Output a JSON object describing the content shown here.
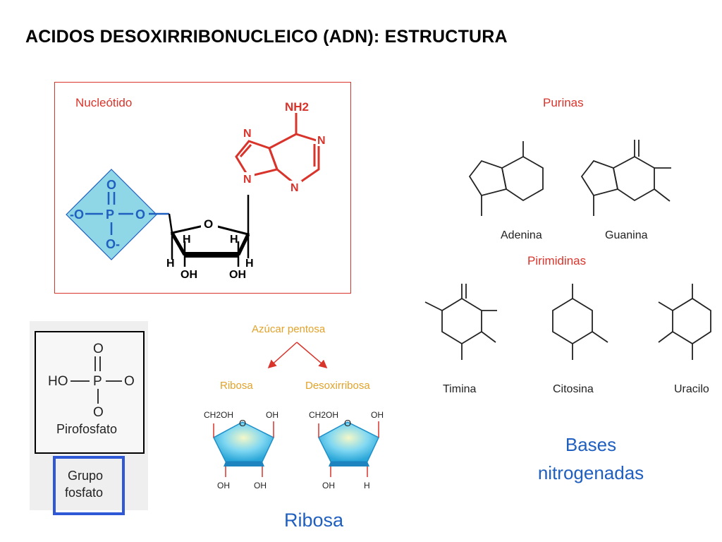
{
  "title": "ACIDOS DESOXIRRIBONUCLEICO (ADN): ESTRUCTURA",
  "nucleotide": {
    "label": "Nucleótido",
    "nh2": "NH2",
    "phosphate": {
      "o_top": "O",
      "p": "P",
      "o_left": "-O",
      "o_right": "O",
      "o_bottom": "O-"
    },
    "ring_o": "O",
    "h_labels": [
      "H",
      "H",
      "H",
      "H"
    ],
    "oh_labels": [
      "OH",
      "OH"
    ],
    "n_labels": [
      "N",
      "N",
      "N",
      "N"
    ]
  },
  "phosphate_panel": {
    "ho": "HO",
    "p": "P",
    "o_top": "O",
    "o_right": "O",
    "o_bottom": "O",
    "name": "Pirofosfato",
    "group_line1": "Grupo",
    "group_line2": "fosfato"
  },
  "sugars": {
    "heading": "Azúcar pentosa",
    "ribosa_label": "Ribosa",
    "desox_label": "Desoxirribosa",
    "ribosa": {
      "ch2oh": "CH2OH",
      "o": "O",
      "oh_top": "OH",
      "bottom_left": "OH",
      "bottom_right": "OH"
    },
    "desox": {
      "ch2oh": "CH2OH",
      "o": "O",
      "oh_top": "OH",
      "bottom_left": "OH",
      "bottom_right": "H"
    },
    "caption": "Ribosa"
  },
  "bases": {
    "purinas_label": "Purinas",
    "pirimidinas_label": "Pirimidinas",
    "names": [
      "Adenina",
      "Guanina",
      "Timina",
      "Citosina",
      "Uracilo"
    ],
    "caption_line1": "Bases",
    "caption_line2": "nitrogenadas"
  },
  "colors": {
    "red": "#d9342b",
    "blue": "#1f5fbf",
    "orange": "#e2a22a",
    "phosphate_fill": "#7fd3e8",
    "sugar_fill": "#4cc3ee"
  }
}
